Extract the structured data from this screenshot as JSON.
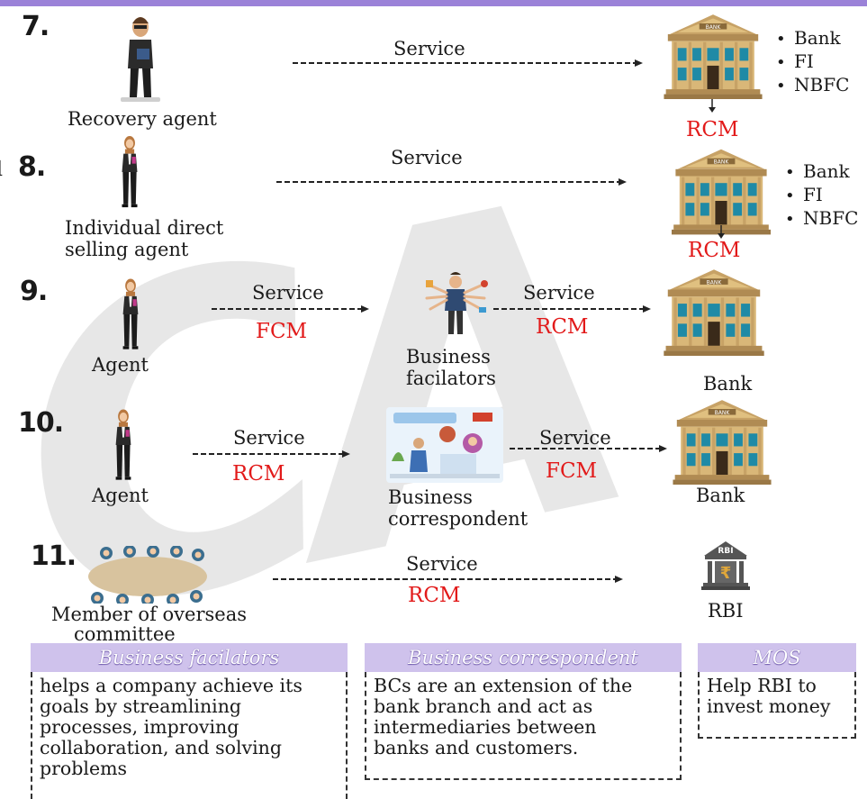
{
  "rows": [
    {
      "number": "7.",
      "source": "Recovery agent",
      "arrow1_label": "Service",
      "target_bullets": [
        "Bank",
        "FI",
        "NBFC"
      ],
      "mechanism": "RCM"
    },
    {
      "number": "8.",
      "source_line1": "Individual direct",
      "source_line2": "selling agent",
      "arrow1_label": "Service",
      "target_bullets": [
        "Bank",
        "FI",
        "NBFC"
      ],
      "mechanism": "RCM"
    },
    {
      "number": "9.",
      "source": "Agent",
      "arrow1_label": "Service",
      "arrow1_mech": "FCM",
      "middle_line1": "Business",
      "middle_line2": "facilators",
      "arrow2_label": "Service",
      "arrow2_mech": "RCM",
      "target": "Bank"
    },
    {
      "number": "10.",
      "source": "Agent",
      "arrow1_label": "Service",
      "arrow1_mech": "RCM",
      "middle_line1": "Business",
      "middle_line2": "correspondent",
      "arrow2_label": "Service",
      "arrow2_mech": "FCM",
      "target": "Bank"
    },
    {
      "number": "11.",
      "source_line1": "Member of overseas",
      "source_line2": "committee",
      "arrow1_label": "Service",
      "arrow1_mech": "RCM",
      "target_icon_text": "RBI",
      "target": "RBI"
    }
  ],
  "definitions": [
    {
      "title": "Business facilators",
      "lines": [
        "helps a company achieve its",
        "goals by streamlining",
        "processes, improving",
        "collaboration, and solving",
        "problems"
      ]
    },
    {
      "title": "Business correspondent",
      "lines": [
        "BCs are an extension of the",
        "bank branch and act as",
        "intermediaries between",
        "banks and customers."
      ]
    },
    {
      "title": "MOS",
      "lines": [
        "Help RBI to",
        "invest money"
      ]
    }
  ],
  "edge_fragment": "l",
  "bank_sign": "BANK",
  "rupee_symbol": "₹",
  "colors": {
    "accent_bar": "#9b82d8",
    "header_fill": "#cfc2ec",
    "mechanism_red": "#e21a1a",
    "bank_stone": "#c7a266",
    "bank_window": "#1f8aa6"
  }
}
